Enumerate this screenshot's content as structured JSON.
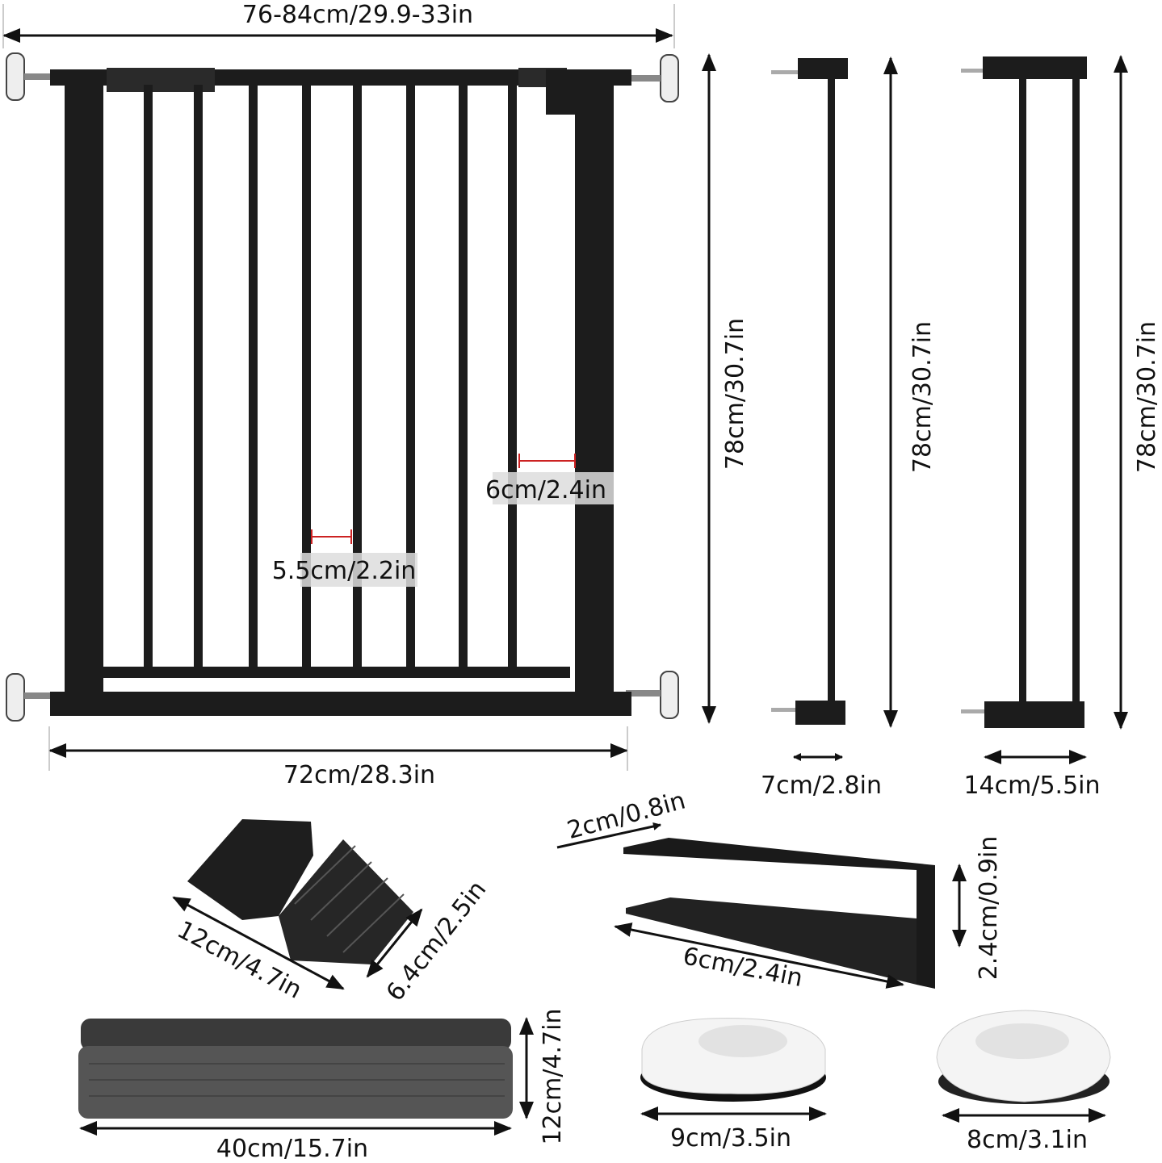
{
  "gate": {
    "overall_width": "76-84cm/29.9-33in",
    "frame_width": "72cm/28.3in",
    "bar_gap_side": "6cm/2.4in",
    "bar_gap": "5.5cm/2.2in",
    "height": "78cm/30.7in"
  },
  "extension_small": {
    "height": "78cm/30.7in",
    "width": "7cm/2.8in"
  },
  "extension_large": {
    "height": "78cm/30.7in",
    "width": "14cm/5.5in"
  },
  "wall_cup_holder": {
    "depth": "2cm/0.8in",
    "height": "2.4cm/0.9in",
    "length": "6cm/2.4in"
  },
  "ramp_small": {
    "length": "12cm/4.7in",
    "width": "6.4cm/2.5in"
  },
  "ramp_large": {
    "height": "12cm/4.7in",
    "length": "40cm/15.7in"
  },
  "wall_cup_oval": {
    "width": "9cm/3.5in"
  },
  "wall_cup_round": {
    "width": "8cm/3.1in"
  },
  "colors": {
    "metal": "#1c1c1c",
    "ramp": "#4a4a4a",
    "cup": "#f4f4f4",
    "marker": "#c22222"
  }
}
